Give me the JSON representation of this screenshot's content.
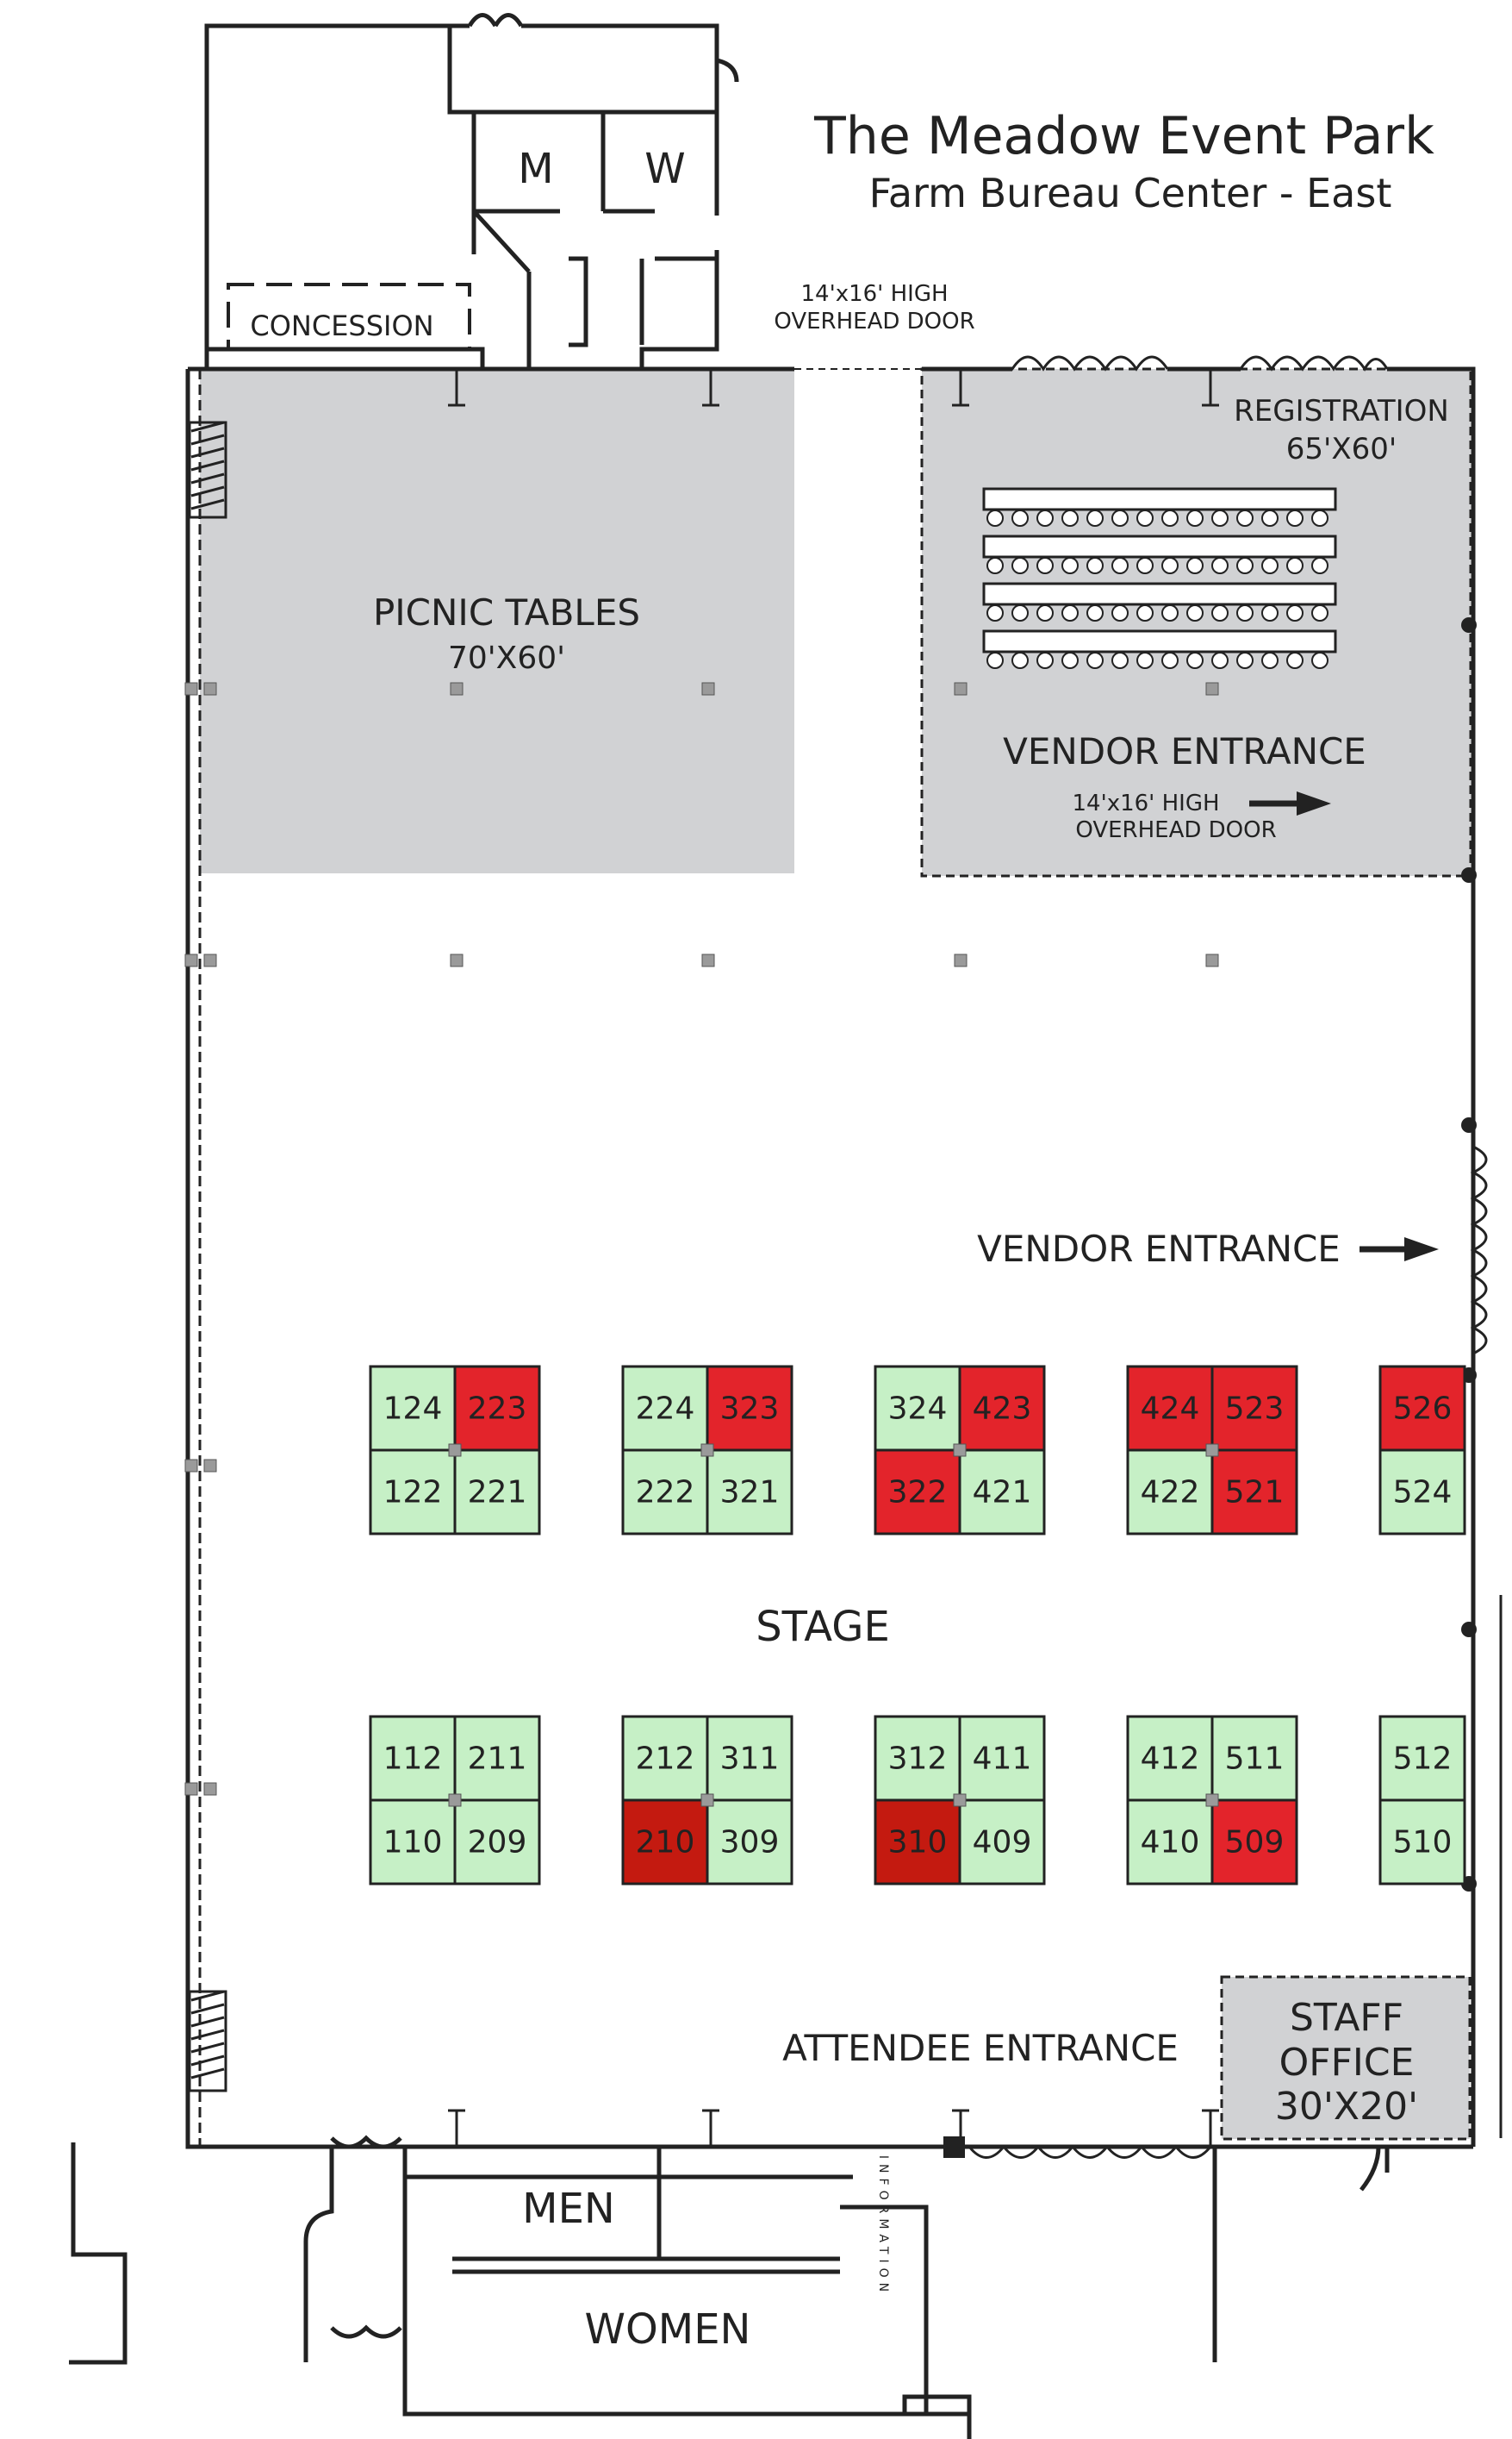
{
  "title": "The Meadow Event Park",
  "subtitle": "Farm Bureau Center - East",
  "colors": {
    "available": "#c6f0c6",
    "sold": "#e3242b",
    "sold_dark": "#c41a10",
    "area_gray": "#d1d2d4",
    "wall": "#222222",
    "pillar": "#8a8a8a"
  },
  "areas": {
    "concession": "CONCESSION",
    "restroom_m": "M",
    "restroom_w": "W",
    "north_door_size": "14'x16' HIGH",
    "north_door_label": "OVERHEAD DOOR",
    "picnic_label": "PICNIC TABLES",
    "picnic_size": "70'X60'",
    "registration_label": "REGISTRATION",
    "registration_size": "65'X60'",
    "vendor_entrance_upper": "VENDOR ENTRANCE",
    "vendor_door_size": "14'x16' HIGH",
    "vendor_door_label": "OVERHEAD DOOR",
    "vendor_entrance_side": "VENDOR ENTRANCE",
    "stage": "STAGE",
    "attendee_entrance": "ATTENDEE ENTRANCE",
    "staff_office_1": "STAFF",
    "staff_office_2": "OFFICE",
    "staff_office_size": "30'X20'",
    "men": "MEN",
    "women": "WOMEN",
    "information": "INFORMATION"
  },
  "legend_note": "",
  "booths": [
    {
      "id": "124",
      "status": "available"
    },
    {
      "id": "223",
      "status": "sold"
    },
    {
      "id": "122",
      "status": "available"
    },
    {
      "id": "221",
      "status": "available"
    },
    {
      "id": "224",
      "status": "available"
    },
    {
      "id": "323",
      "status": "sold"
    },
    {
      "id": "222",
      "status": "available"
    },
    {
      "id": "321",
      "status": "available"
    },
    {
      "id": "324",
      "status": "available"
    },
    {
      "id": "423",
      "status": "sold"
    },
    {
      "id": "322",
      "status": "sold"
    },
    {
      "id": "421",
      "status": "available"
    },
    {
      "id": "424",
      "status": "sold"
    },
    {
      "id": "523",
      "status": "sold"
    },
    {
      "id": "422",
      "status": "available"
    },
    {
      "id": "521",
      "status": "sold"
    },
    {
      "id": "526",
      "status": "sold"
    },
    {
      "id": "524",
      "status": "available"
    },
    {
      "id": "112",
      "status": "available"
    },
    {
      "id": "211",
      "status": "available"
    },
    {
      "id": "110",
      "status": "available"
    },
    {
      "id": "209",
      "status": "available"
    },
    {
      "id": "212",
      "status": "available"
    },
    {
      "id": "311",
      "status": "available"
    },
    {
      "id": "210",
      "status": "sold_dark"
    },
    {
      "id": "309",
      "status": "available"
    },
    {
      "id": "312",
      "status": "available"
    },
    {
      "id": "411",
      "status": "available"
    },
    {
      "id": "310",
      "status": "sold_dark"
    },
    {
      "id": "409",
      "status": "available"
    },
    {
      "id": "412",
      "status": "available"
    },
    {
      "id": "511",
      "status": "available"
    },
    {
      "id": "410",
      "status": "available"
    },
    {
      "id": "509",
      "status": "sold"
    },
    {
      "id": "512",
      "status": "available"
    },
    {
      "id": "510",
      "status": "available"
    }
  ]
}
